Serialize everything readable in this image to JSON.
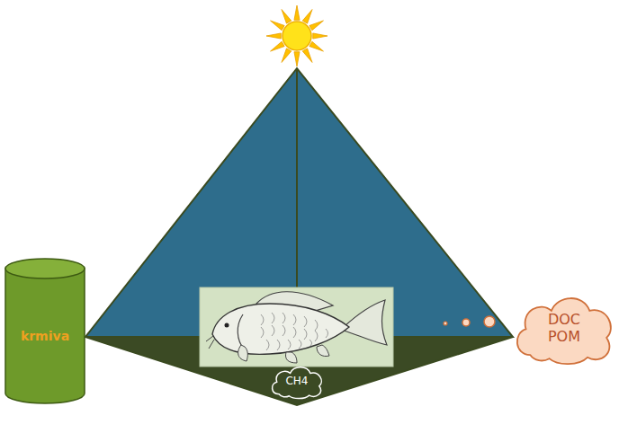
{
  "diagram": {
    "nodes": [
      {
        "text": [
          "krmiva"
        ]
      },
      {
        "text": [
          "CH4"
        ]
      },
      {
        "text": [
          "DOC POM"
        ]
      }
    ]
  }
}
